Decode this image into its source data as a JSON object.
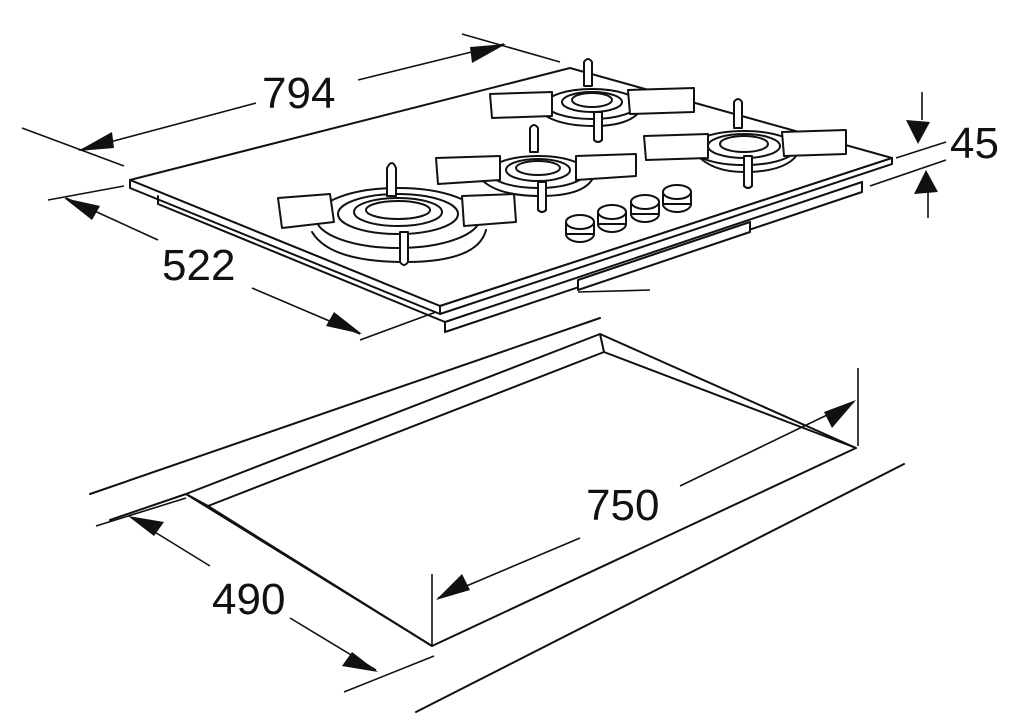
{
  "diagram": {
    "dimensions": {
      "width": "794",
      "depth": "522",
      "height": "45",
      "cutout_width": "750",
      "cutout_depth": "490"
    },
    "colors": {
      "line": "#111111",
      "background": "#ffffff"
    },
    "components": {
      "burners": 4,
      "control_knobs": 4
    }
  }
}
